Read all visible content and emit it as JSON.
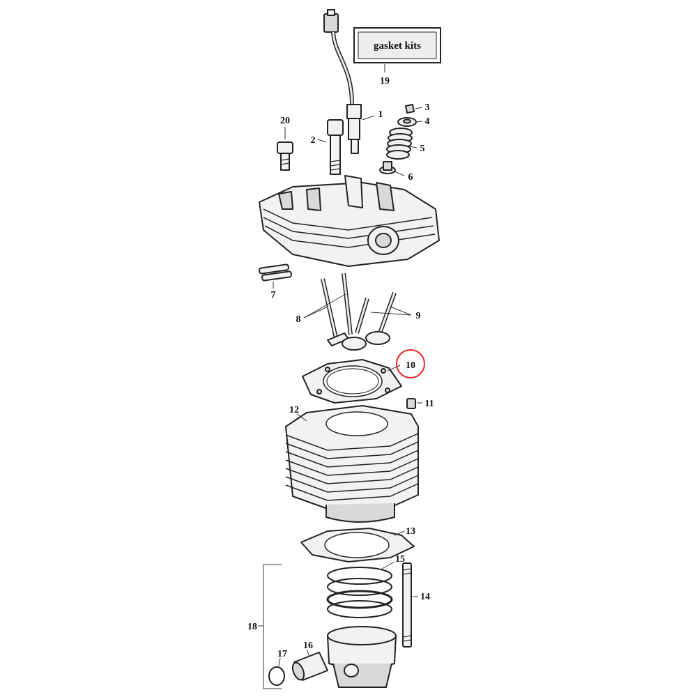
{
  "gasket_kit_label": "gasket kits",
  "highlight_color": "#e8262a",
  "callouts": {
    "c1": "1",
    "c2": "2",
    "c3": "3",
    "c4": "4",
    "c5": "5",
    "c6": "6",
    "c7": "7",
    "c8": "8",
    "c9": "9",
    "c10": "10",
    "c11": "11",
    "c12": "12",
    "c13": "13",
    "c14": "14",
    "c15": "15",
    "c16": "16",
    "c17": "17",
    "c18": "18",
    "c19": "19",
    "c20": "20"
  },
  "highlighted_callout": "10"
}
